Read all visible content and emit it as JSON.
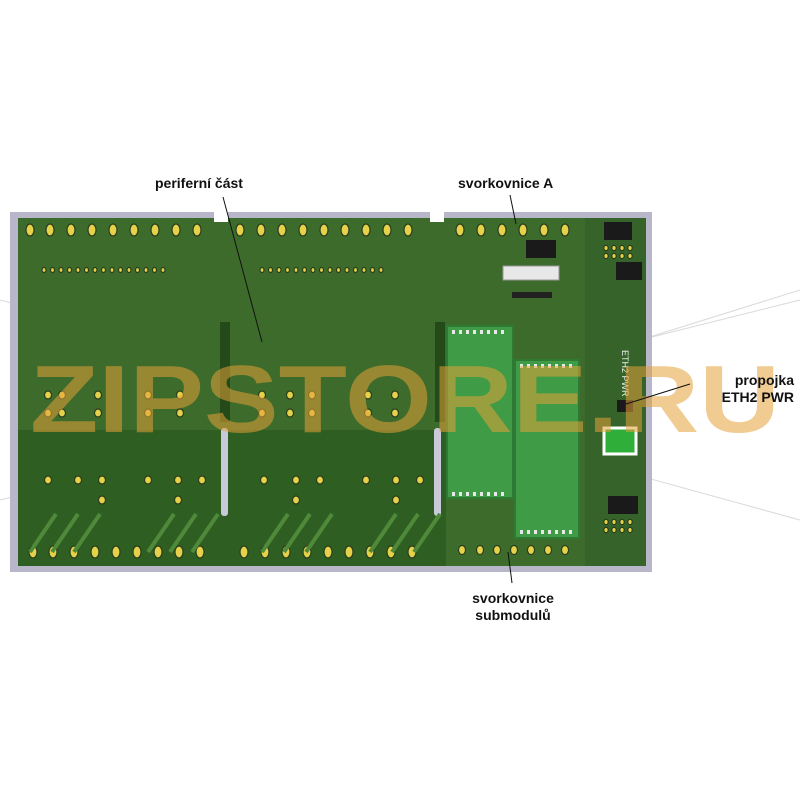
{
  "callouts": {
    "peripheral": "periferní část",
    "terminal_a": "svorkovnice A",
    "submodule_terminals_line1": "svorkovnice",
    "submodule_terminals_line2": "submodulů",
    "jumper_line1": "propojka",
    "jumper_line2": "ETH2 PWR"
  },
  "silkscreen": {
    "board_label": "ETH2 PWR"
  },
  "watermark": {
    "text": "ZIPSTORE.RU"
  },
  "colors": {
    "pcb_green": "#3c6b2b",
    "pcb_dark": "#2c5a20",
    "pcb_edge": "#b7b7c9",
    "copper_pad": "#e6d24a",
    "submodule_green": "#3f9b45",
    "watermark_orange": "#e3a038"
  }
}
